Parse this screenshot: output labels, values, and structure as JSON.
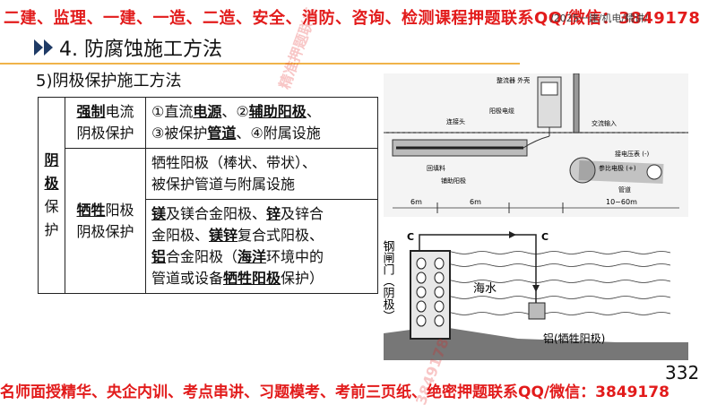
{
  "top_banner": "二建、监理、一建、一造、二造、安全、消防、咨询、检测课程押题联系QQ/微信：3849178",
  "course_tag": "/2025一建/机电/精讲/",
  "section_title": "4. 防腐蚀施工方法",
  "subtitle": "5)阴极保护施工方法",
  "table": {
    "row_header": [
      "阴",
      "极",
      "保",
      "护"
    ],
    "forced": {
      "method_line1": "强制",
      "method_line1_tail": "电流",
      "method_line2": "阴极保护",
      "desc_line1_a": "①直流",
      "desc_line1_b": "电源",
      "desc_line1_c": "、②",
      "desc_line1_d": "辅助阳极",
      "desc_line1_e": "、",
      "desc_line2_a": "③被保护",
      "desc_line2_b": "管道",
      "desc_line2_c": "、④附属设施"
    },
    "sacrificial": {
      "method_line1": "牺牲",
      "method_line1_tail": "阳极",
      "method_line2": "阴极保护",
      "desc_a_line1": "牺牲阳极（棒状、带状）、",
      "desc_a_line2": "被保护管道与附属设施",
      "desc_b_1": "镁",
      "desc_b_2": "及镁合金阳极、",
      "desc_b_3": "锌",
      "desc_b_4": "及锌合",
      "desc_b_5": "金阳极、",
      "desc_b_6": "镁锌",
      "desc_b_7": "复合式阳极、",
      "desc_b_8": "铝",
      "desc_b_9": "合金阳极（",
      "desc_b_10": "海洋",
      "desc_b_11": "环境中的",
      "desc_b_12": "管道或设备",
      "desc_b_13": "牺牲阳极",
      "desc_b_14": "保护）"
    }
  },
  "diagram_top": {
    "labels": {
      "box_label": "整流器\n外壳",
      "connector": "连接头",
      "anode_cable": "阳极电缆",
      "backfill": "回填料",
      "anode": "铺助阳极",
      "ac_input": "交流输入",
      "dc_neg": "接电压表\n(-)",
      "ref": "参比电极\n(+)",
      "pipe": "管道",
      "d1": "6m",
      "d2": "6m",
      "d3": "10~60m"
    }
  },
  "diagram_bottom": {
    "gate_label": "钢闸门（阴极）",
    "sea": "海水",
    "anode_label": "铝(牺牲阳极)",
    "c_left": "C",
    "c_right": "C"
  },
  "page_number": "332",
  "bottom_banner": "名师面授精华、央企内训、考点串讲、习题模考、考前三页纸、绝密押题联系QQ/微信：3849178",
  "watermark_1": "精准押题联系",
  "watermark_2": "3849178",
  "colors": {
    "banner_red": "#e21b1b",
    "title_accent": "#1f3b66",
    "underline": "#f0b34a"
  }
}
